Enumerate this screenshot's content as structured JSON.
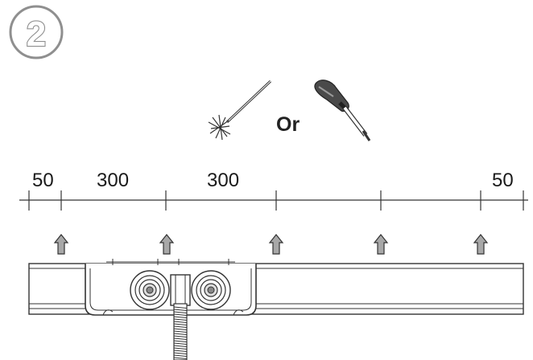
{
  "step": {
    "number": "2"
  },
  "tools": {
    "separator": "Or",
    "icons": [
      "drill-bit-icon",
      "screwdriver-icon"
    ]
  },
  "dimensions": {
    "labels": [
      "50",
      "300",
      "300",
      "50"
    ]
  },
  "colors": {
    "arrow_fill": "#a8a8a8",
    "line": "#333333",
    "badge_stroke": "#8f8f8f"
  }
}
